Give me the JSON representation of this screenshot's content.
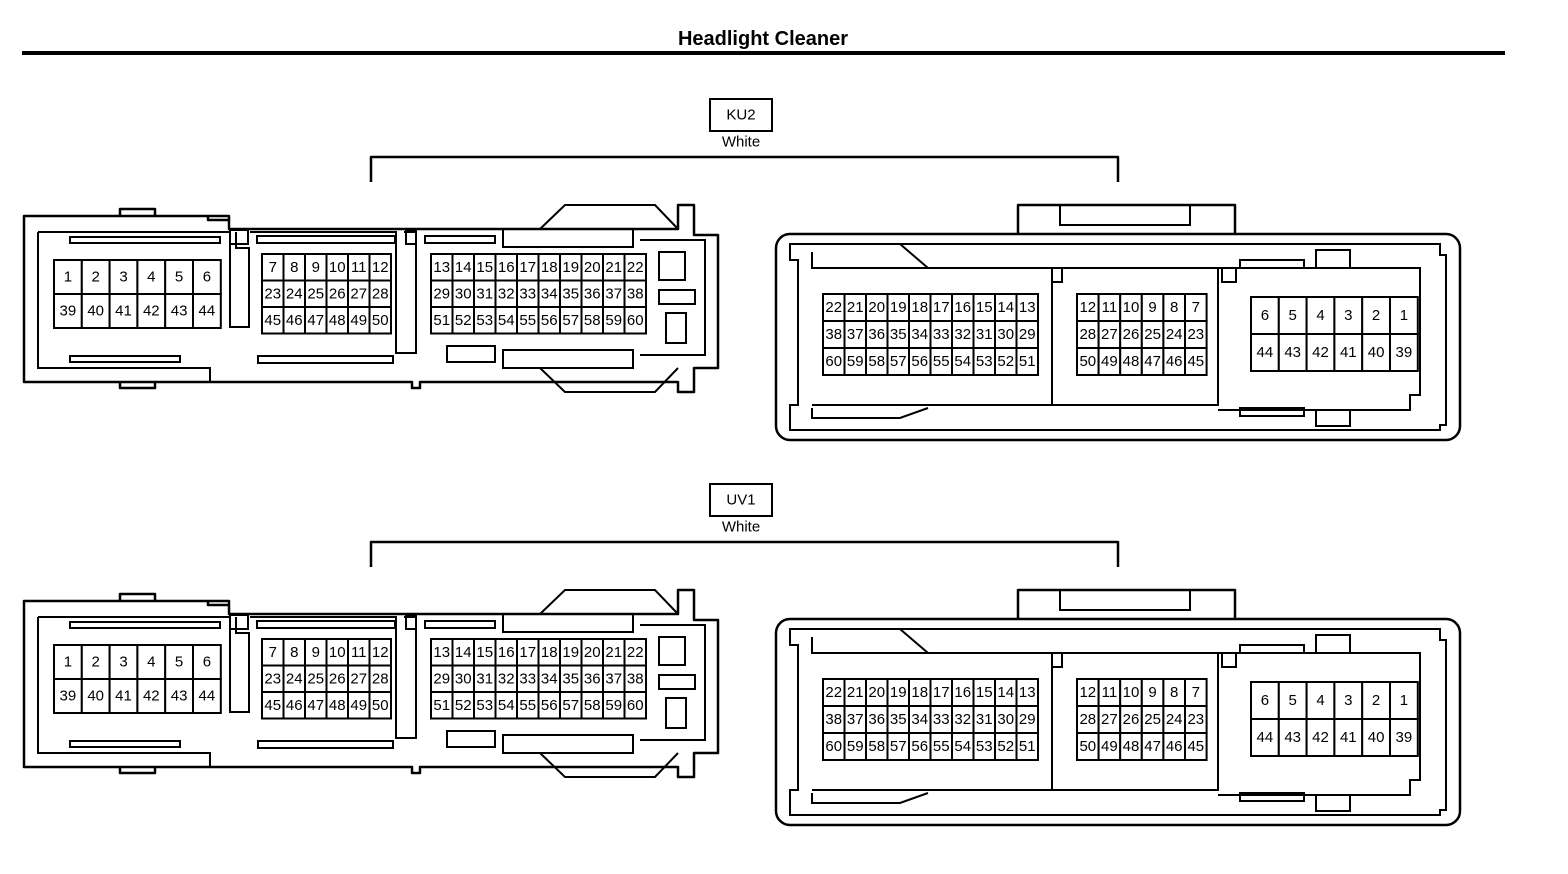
{
  "title": "Headlight Cleaner",
  "connectors": [
    {
      "code": "KU2",
      "color": "White",
      "plug": {
        "blocks": [
          {
            "rows": [
              [
                "1",
                "2",
                "3",
                "4",
                "5",
                "6"
              ],
              [
                "39",
                "40",
                "41",
                "42",
                "43",
                "44"
              ]
            ]
          },
          {
            "rows": [
              [
                "7",
                "8",
                "9",
                "10",
                "11",
                "12"
              ],
              [
                "23",
                "24",
                "25",
                "26",
                "27",
                "28"
              ],
              [
                "45",
                "46",
                "47",
                "48",
                "49",
                "50"
              ]
            ]
          },
          {
            "rows": [
              [
                "13",
                "14",
                "15",
                "16",
                "17",
                "18",
                "19",
                "20",
                "21",
                "22"
              ],
              [
                "29",
                "30",
                "31",
                "32",
                "33",
                "34",
                "35",
                "36",
                "37",
                "38"
              ],
              [
                "51",
                "52",
                "53",
                "54",
                "55",
                "56",
                "57",
                "58",
                "59",
                "60"
              ]
            ]
          }
        ]
      },
      "socket": {
        "blocks": [
          {
            "rows": [
              [
                "22",
                "21",
                "20",
                "19",
                "18",
                "17",
                "16",
                "15",
                "14",
                "13"
              ],
              [
                "38",
                "37",
                "36",
                "35",
                "34",
                "33",
                "32",
                "31",
                "30",
                "29"
              ],
              [
                "60",
                "59",
                "58",
                "57",
                "56",
                "55",
                "54",
                "53",
                "52",
                "51"
              ]
            ]
          },
          {
            "rows": [
              [
                "12",
                "11",
                "10",
                "9",
                "8",
                "7"
              ],
              [
                "28",
                "27",
                "26",
                "25",
                "24",
                "23"
              ],
              [
                "50",
                "49",
                "48",
                "47",
                "46",
                "45"
              ]
            ]
          },
          {
            "rows": [
              [
                "6",
                "5",
                "4",
                "3",
                "2",
                "1"
              ],
              [
                "44",
                "43",
                "42",
                "41",
                "40",
                "39"
              ]
            ]
          }
        ]
      }
    },
    {
      "code": "UV1",
      "color": "White",
      "plug": {
        "blocks": [
          {
            "rows": [
              [
                "1",
                "2",
                "3",
                "4",
                "5",
                "6"
              ],
              [
                "39",
                "40",
                "41",
                "42",
                "43",
                "44"
              ]
            ]
          },
          {
            "rows": [
              [
                "7",
                "8",
                "9",
                "10",
                "11",
                "12"
              ],
              [
                "23",
                "24",
                "25",
                "26",
                "27",
                "28"
              ],
              [
                "45",
                "46",
                "47",
                "48",
                "49",
                "50"
              ]
            ]
          },
          {
            "rows": [
              [
                "13",
                "14",
                "15",
                "16",
                "17",
                "18",
                "19",
                "20",
                "21",
                "22"
              ],
              [
                "29",
                "30",
                "31",
                "32",
                "33",
                "34",
                "35",
                "36",
                "37",
                "38"
              ],
              [
                "51",
                "52",
                "53",
                "54",
                "55",
                "56",
                "57",
                "58",
                "59",
                "60"
              ]
            ]
          }
        ]
      },
      "socket": {
        "blocks": [
          {
            "rows": [
              [
                "22",
                "21",
                "20",
                "19",
                "18",
                "17",
                "16",
                "15",
                "14",
                "13"
              ],
              [
                "38",
                "37",
                "36",
                "35",
                "34",
                "33",
                "32",
                "31",
                "30",
                "29"
              ],
              [
                "60",
                "59",
                "58",
                "57",
                "56",
                "55",
                "54",
                "53",
                "52",
                "51"
              ]
            ]
          },
          {
            "rows": [
              [
                "12",
                "11",
                "10",
                "9",
                "8",
                "7"
              ],
              [
                "28",
                "27",
                "26",
                "25",
                "24",
                "23"
              ],
              [
                "50",
                "49",
                "48",
                "47",
                "46",
                "45"
              ]
            ]
          },
          {
            "rows": [
              [
                "6",
                "5",
                "4",
                "3",
                "2",
                "1"
              ],
              [
                "44",
                "43",
                "42",
                "41",
                "40",
                "39"
              ]
            ]
          }
        ]
      }
    }
  ]
}
